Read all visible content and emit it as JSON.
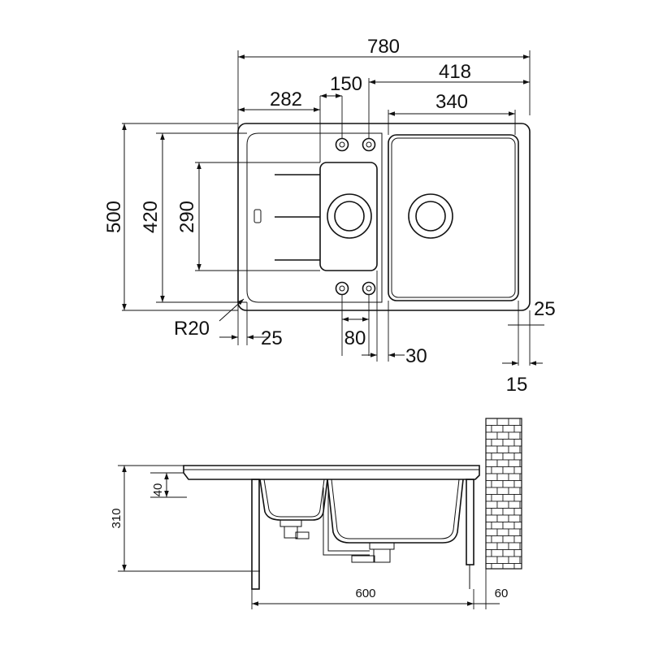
{
  "top_view": {
    "overall_width": "780",
    "right_bowl_offset": "418",
    "tap_spacing": "150",
    "drainer_width": "282",
    "right_bowl_width": "340",
    "overall_depth": "500",
    "bowl_depth": "420",
    "small_bowl_depth": "290",
    "corner_radius": "R20",
    "left_margin": "25",
    "bowl_gap": "80",
    "rim_right": "25",
    "divider": "30",
    "right_edge": "15"
  },
  "side_view": {
    "height": "310",
    "rim": "40",
    "cabinet_width": "600",
    "wall_gap": "60"
  }
}
